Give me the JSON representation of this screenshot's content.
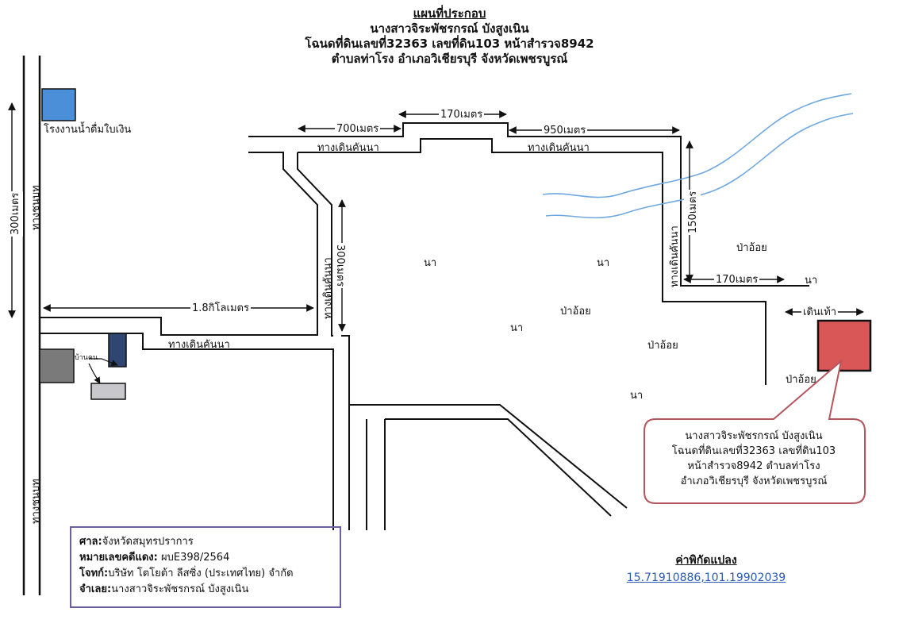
{
  "title": {
    "main": "แผนที่ประกอบ",
    "owner": "นางสาวจิระพัชรกรณ์ บังสูงเนิน",
    "deed": "โฉนดที่ดินเลขที่32363 เลขที่ดิน103 หน้าสำรวจ8942",
    "location": "ตำบลท่าโรง อำเภอวิเชียรบุรี จังหวัดเพชรบูรณ์"
  },
  "places": {
    "water_plant": "โรงงานน้ำดื่มใบเงิน",
    "house": "บ้านคน",
    "road_upper": "ทางชนบท",
    "road_lower": "ทางชนบท",
    "forest_1": "ป่าอ้อย",
    "forest_2": "ป่าอ้อย",
    "forest_3": "ป่าอ้อย",
    "forest_4": "ป่าอ้อย",
    "field_1": "นา",
    "field_2": "นา",
    "field_3": "นา",
    "field_4": "นา",
    "field_5": "นา"
  },
  "paths": {
    "top_left": "ทางเดินคันนา",
    "top_right": "ทางเดินคันนา",
    "middle_vertical": "ทางเดินคันนา",
    "right_vertical": "ทางเดินคันนา",
    "lower_left": "ทางเดินคันนา"
  },
  "distances": {
    "left_vertical": "300เมตร",
    "road_span": "1.8กิโลเมตร",
    "top_left": "700เมตร",
    "top_middle": "170เมตร",
    "top_right": "950เมตร",
    "middle_vertical": "300เมตร",
    "right_vertical": "150เมตร",
    "right_horizontal": "170เมตร",
    "walk": "เดินเท้า"
  },
  "callout": {
    "line1": "นางสาวจิระพัชรกรณ์ บังสูงเนิน",
    "line2": "โฉนดที่ดินเลขที่32363 เลขที่ดิน103",
    "line3": "หน้าสำรวจ8942 ตำบลท่าโรง",
    "line4": "อำเภอวิเชียรบุรี จังหวัดเพชรบูรณ์"
  },
  "case": {
    "court_label": "ศาล:",
    "court_value": "จังหวัดสมุทรปราการ",
    "number_label": "หมายเลขคดีแดง:",
    "number_value": " ผบE398/2564",
    "plaintiff_label": "โจทก์:",
    "plaintiff_value": "บริษัท โตโยต้า ลีสซิ่ง (ประเทศไทย) จำกัด",
    "defendant_label": "จำเลย:",
    "defendant_value": "นางสาวจิระพัชรกรณ์ บังสูงเนิน"
  },
  "coordinates": {
    "heading": "ค่าพิกัดแปลง",
    "value": "15.71910886,101.19902039"
  },
  "colors": {
    "water_plant": "#4a8fd8",
    "target_plot": "#d95757",
    "house_dark": "#2e4670",
    "building_gray": "#7a7a7a",
    "building_light": "#c8c8cc",
    "river": "#6fa8e0",
    "callout_border": "#b5555e",
    "box_border": "#6a5fa0",
    "link": "#2a5bb8"
  }
}
